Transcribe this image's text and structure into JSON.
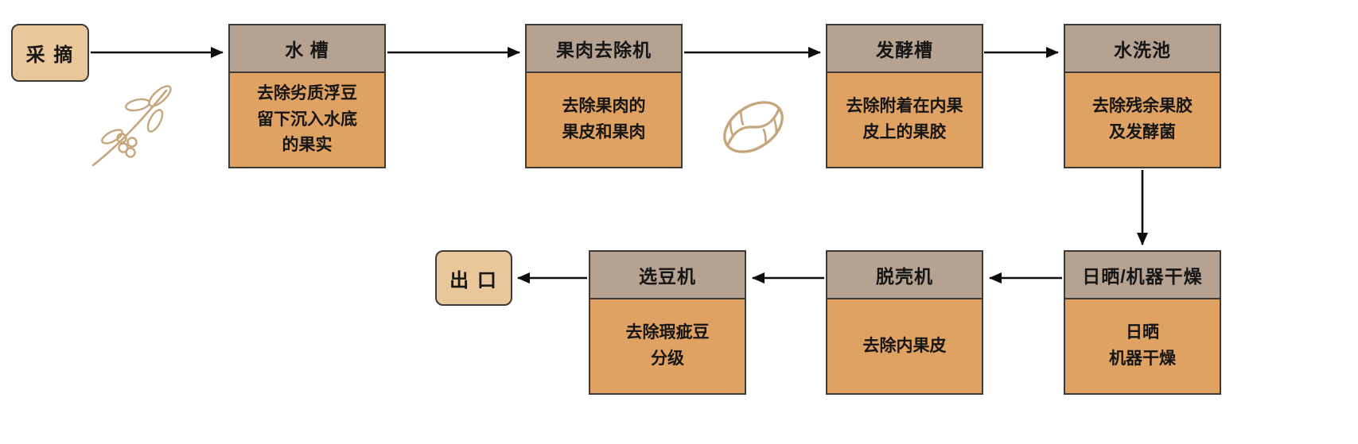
{
  "colors": {
    "background": "#ffffff",
    "header_bg": "#b5a291",
    "body_bg": "#dfa263",
    "terminal_bg": "#eac69b",
    "border": "#3d3a35",
    "arrow": "#0d0d0d",
    "icon_stroke": "#c6a67c"
  },
  "flow": {
    "start": {
      "label": "采 摘"
    },
    "end": {
      "label": "出 口"
    },
    "stages_top": [
      {
        "title": "水 槽",
        "desc": "去除劣质浮豆\n留下沉入水底\n的果实"
      },
      {
        "title": "果肉去除机",
        "desc": "去除果肉的\n果皮和果肉"
      },
      {
        "title": "发酵槽",
        "desc": "去除附着在内果\n皮上的果胶"
      },
      {
        "title": "水洗池",
        "desc": "去除残余果胶\n及发酵菌"
      }
    ],
    "stages_bottom": [
      {
        "title": "日晒/机器干燥",
        "desc": "日晒\n机器干燥"
      },
      {
        "title": "脱壳机",
        "desc": "去除内果皮"
      },
      {
        "title": "选豆机",
        "desc": "去除瑕疵豆\n分级"
      }
    ],
    "icons": [
      {
        "name": "coffee-branch-icon"
      },
      {
        "name": "coffee-bean-icon"
      }
    ]
  }
}
